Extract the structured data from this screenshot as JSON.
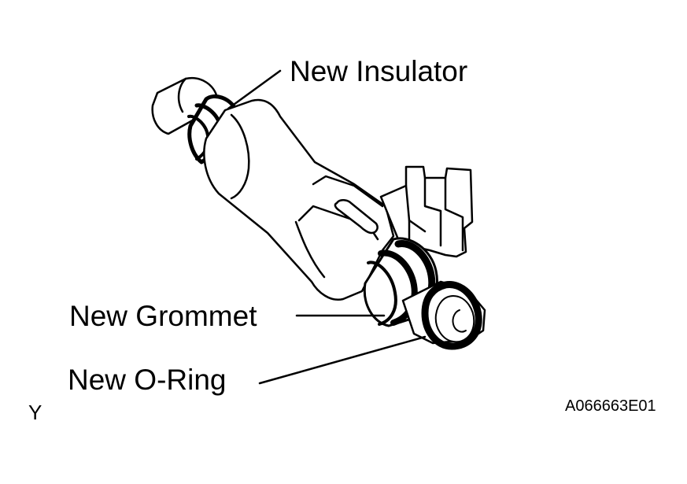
{
  "labels": {
    "insulator": "New Insulator",
    "grommet": "New Grommet",
    "oring": "New O-Ring",
    "corner_mark": "Y",
    "figure_code": "A066663E01"
  },
  "parts": [
    {
      "name": "fuel-injector-body"
    },
    {
      "name": "insulator"
    },
    {
      "name": "grommet"
    },
    {
      "name": "o-ring"
    },
    {
      "name": "electrical-connector"
    }
  ],
  "colors": {
    "line": "#000000",
    "fill": "#ffffff"
  }
}
